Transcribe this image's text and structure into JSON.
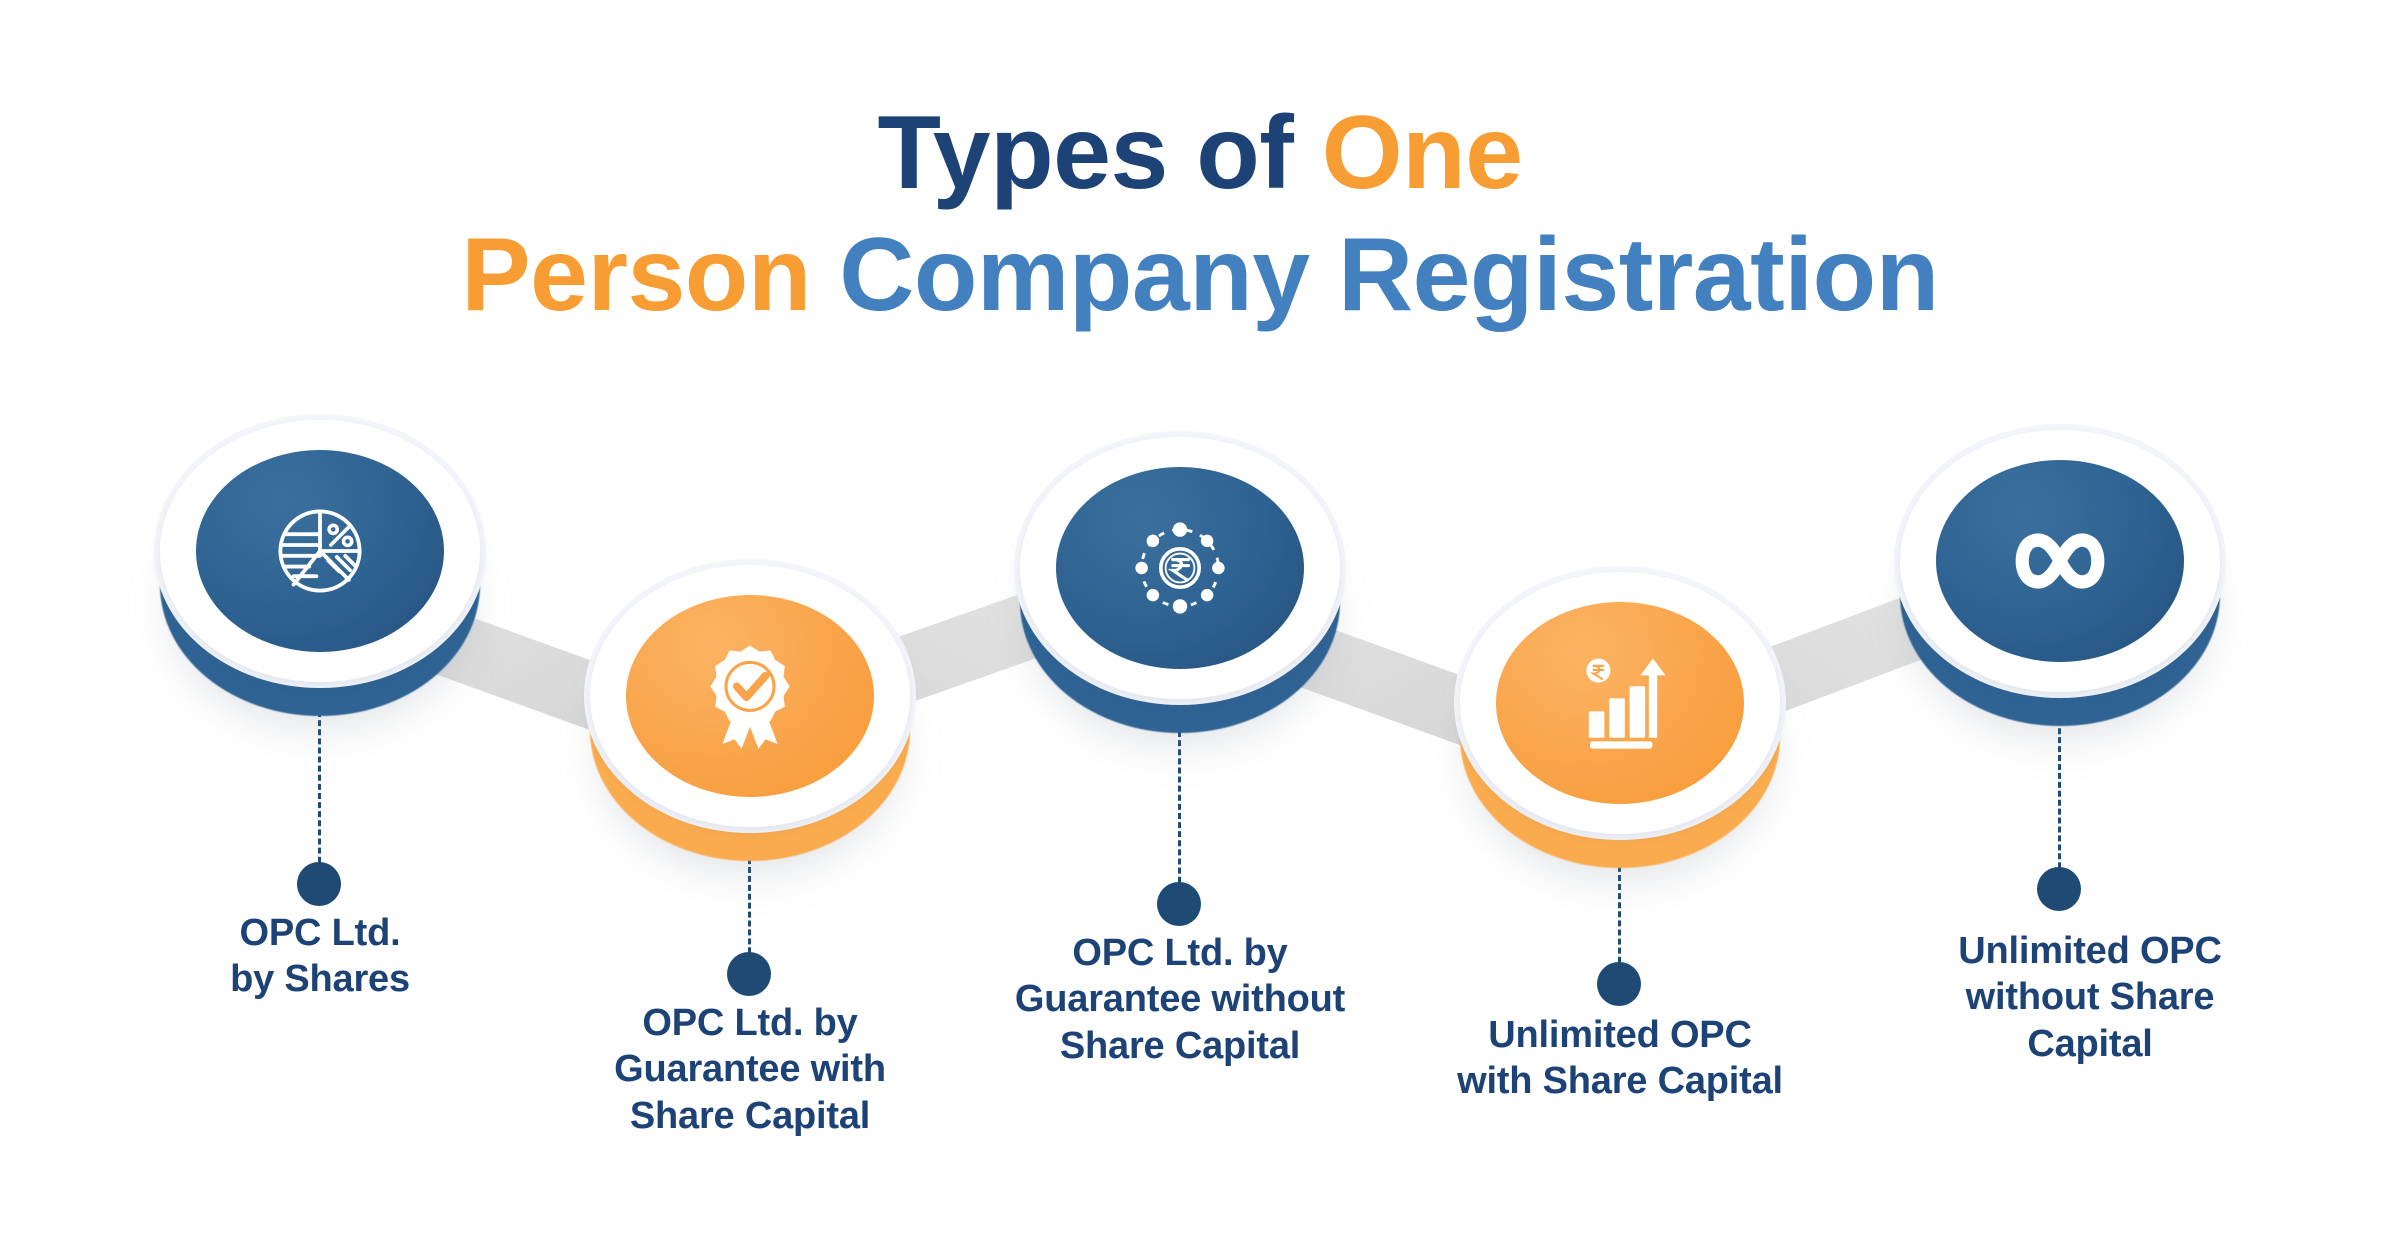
{
  "title": {
    "line1_part1": "Types of ",
    "line1_part2": "One",
    "line2_part1": "Person ",
    "line2_part2": "Company Registration"
  },
  "colors": {
    "navy": "#1d4276",
    "orange": "#f89d33",
    "blue": "#4280bf",
    "disc_blue": "#2d6191",
    "disc_orange": "#f9a44a",
    "dot_navy": "#1f4a74",
    "ribbon_grey": "#d9d9d9",
    "background": "#ffffff"
  },
  "steps": [
    {
      "index": "1",
      "icon": "pie-chart-percent-icon",
      "disc_color": "blue",
      "label": "OPC Ltd.\nby Shares"
    },
    {
      "index": "2",
      "icon": "award-badge-check-icon",
      "disc_color": "orange",
      "label": "OPC Ltd. by\nGuarantee with\nShare Capital"
    },
    {
      "index": "3",
      "icon": "rupee-coin-network-icon",
      "disc_color": "blue",
      "label": "OPC Ltd. by\nGuarantee without\nShare Capital"
    },
    {
      "index": "4",
      "icon": "rupee-growth-bar-chart-icon",
      "disc_color": "orange",
      "label": "Unlimited OPC\nwith Share Capital"
    },
    {
      "index": "5",
      "icon": "infinity-icon",
      "disc_color": "blue",
      "label": "Unlimited OPC\nwithout Share\nCapital"
    }
  ]
}
